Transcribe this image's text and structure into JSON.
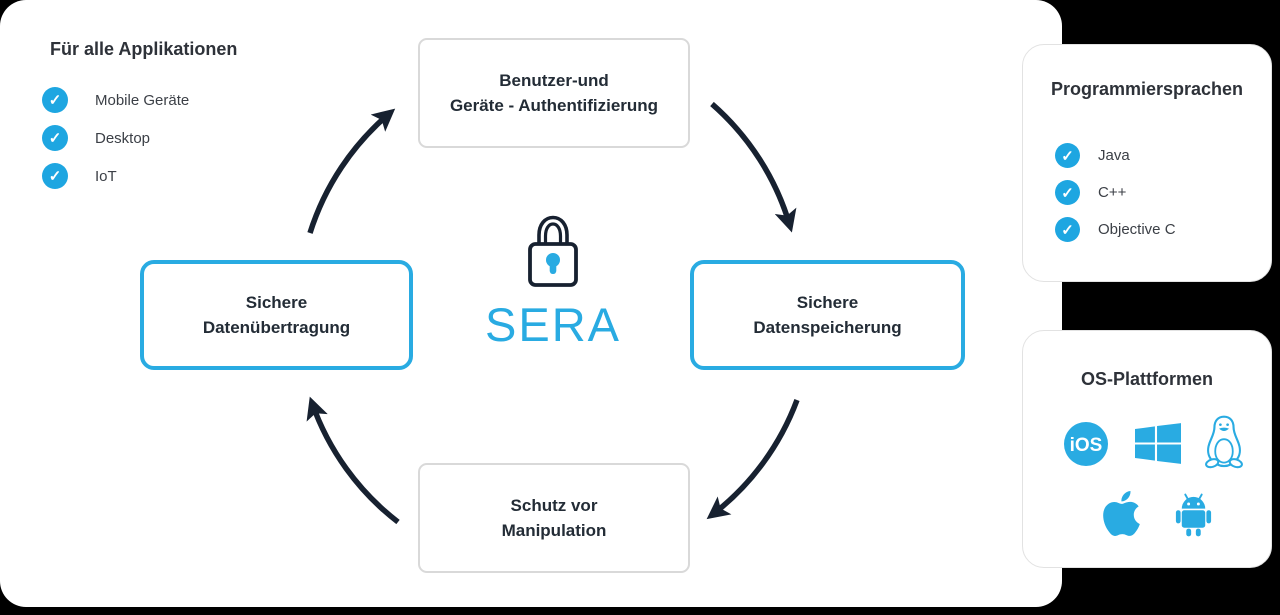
{
  "left_panel": {
    "title": "Für alle Applikationen",
    "items": [
      "Mobile Geräte",
      "Desktop",
      "IoT"
    ]
  },
  "cycle": {
    "flow": "clockwise",
    "center": {
      "brand": "SERA",
      "icon": "padlock-icon"
    },
    "boxes": [
      {
        "position": "top",
        "line1": "Benutzer-und",
        "line2": "Geräte - Authentifizierung",
        "border": "gray"
      },
      {
        "position": "right",
        "line1": "Sichere",
        "line2": "Datenspeicherung",
        "border": "blue"
      },
      {
        "position": "bottom",
        "line1": "Schutz vor",
        "line2": "Manipulation",
        "border": "gray"
      },
      {
        "position": "left",
        "line1": "Sichere",
        "line2": "Datenübertragung",
        "border": "blue"
      }
    ]
  },
  "cards": [
    {
      "title": "Programmiersprachen",
      "items": [
        "Java",
        "C++",
        "Objective C"
      ]
    },
    {
      "title": "OS-Plattformen",
      "ios_label": "iOS",
      "icons": [
        "ios-icon",
        "windows-icon",
        "linux-tux-icon",
        "apple-icon",
        "android-icon"
      ]
    }
  ],
  "colors": {
    "accent": "#29abe2",
    "check_circle": "#1ea6e1",
    "arrow_dark": "#172130",
    "box_border_gray": "#d9d9d9",
    "background_outside": "#000000",
    "canvas": "#ffffff"
  }
}
